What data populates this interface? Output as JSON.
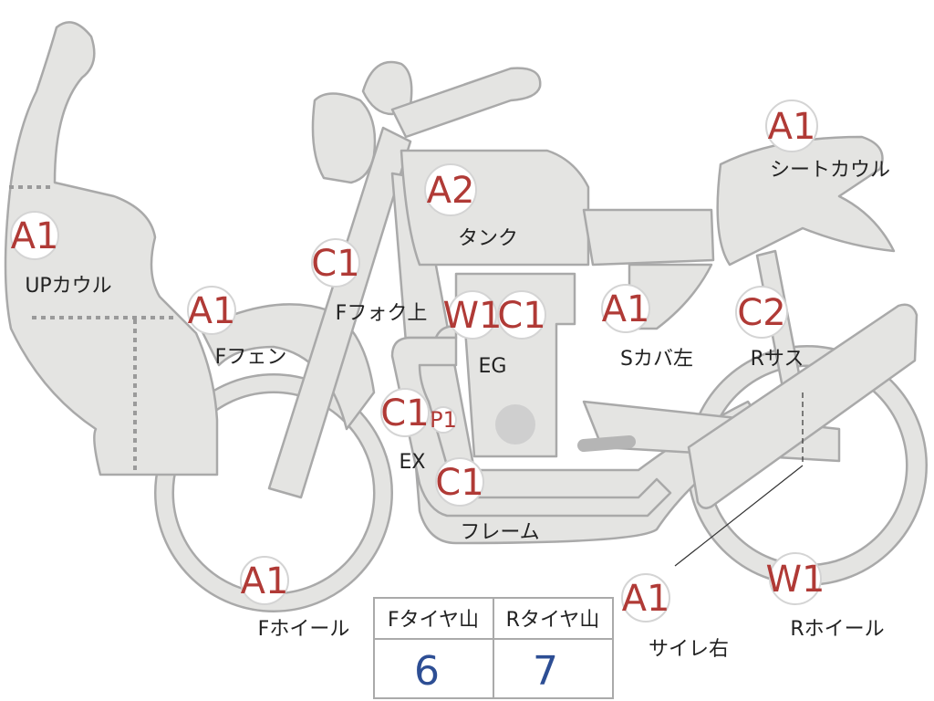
{
  "badges": [
    {
      "id": "up-cowl",
      "code": "A1",
      "label": "UPカウル"
    },
    {
      "id": "f-fender",
      "code": "A1",
      "label": "Fフェン"
    },
    {
      "id": "f-fork-upper",
      "code": "C1",
      "label": "Fフォク上"
    },
    {
      "id": "tank",
      "code": "A2",
      "label": "タンク"
    },
    {
      "id": "eg-w1",
      "code": "W1",
      "label": ""
    },
    {
      "id": "eg-c1",
      "code": "C1",
      "label": "EG"
    },
    {
      "id": "s-cover-left",
      "code": "A1",
      "label": "Sカバ左"
    },
    {
      "id": "r-sus",
      "code": "C2",
      "label": "Rサス"
    },
    {
      "id": "seat-cowl",
      "code": "A1",
      "label": "シートカウル"
    },
    {
      "id": "ex-c1",
      "code": "C1",
      "label": "EX"
    },
    {
      "id": "ex-p1",
      "code": "P1",
      "label": ""
    },
    {
      "id": "frame",
      "code": "C1",
      "label": "フレーム"
    },
    {
      "id": "f-wheel",
      "code": "A1",
      "label": "Fホイール"
    },
    {
      "id": "silencer-right",
      "code": "A1",
      "label": "サイレ右"
    },
    {
      "id": "r-wheel",
      "code": "W1",
      "label": "Rホイール"
    }
  ],
  "tread_table": {
    "headers": [
      "Fタイヤ山",
      "Rタイヤ山"
    ],
    "values": [
      "6",
      "7"
    ]
  },
  "colors": {
    "part_fill": "#e4e4e2",
    "part_stroke": "#a9a9a9",
    "code_text": "#b03a36",
    "value_text": "#2d4e94"
  }
}
